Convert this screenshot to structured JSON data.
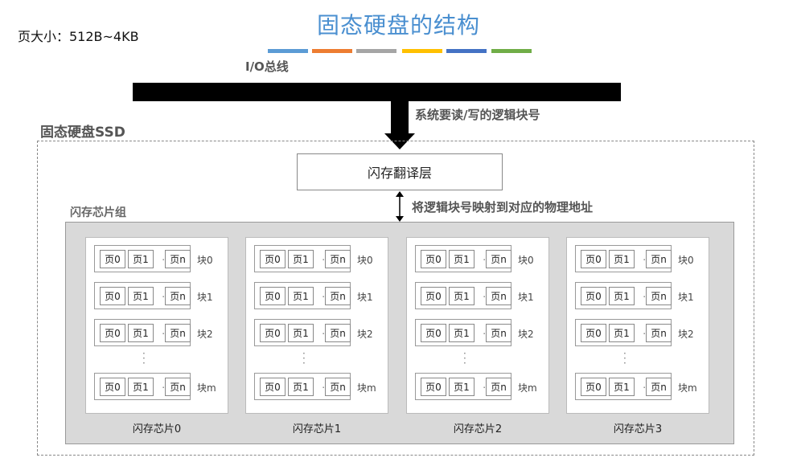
{
  "page_size_text": "页大小：512B~4KB",
  "title": "固态硬盘的结构",
  "title_bar_colors": [
    "#5b9bd5",
    "#ed7d31",
    "#a5a5a5",
    "#ffc000",
    "#4472c4",
    "#70ad47"
  ],
  "bus_label": "I/O总线",
  "system_request_label": "系统要读/写的逻辑块号",
  "ssd_label": "固态硬盘SSD",
  "ftl_label": "闪存翻译层",
  "mapping_label": "将逻辑块号映射到对应的物理地址",
  "chip_group_label": "闪存芯片组",
  "page_labels": [
    "页0",
    "页1",
    "页n"
  ],
  "ellipsis": "...",
  "block_labels": [
    "块0",
    "块1",
    "块2",
    "块m"
  ],
  "chips": [
    {
      "label": "闪存芯片0"
    },
    {
      "label": "闪存芯片1"
    },
    {
      "label": "闪存芯片2"
    },
    {
      "label": "闪存芯片3"
    }
  ]
}
